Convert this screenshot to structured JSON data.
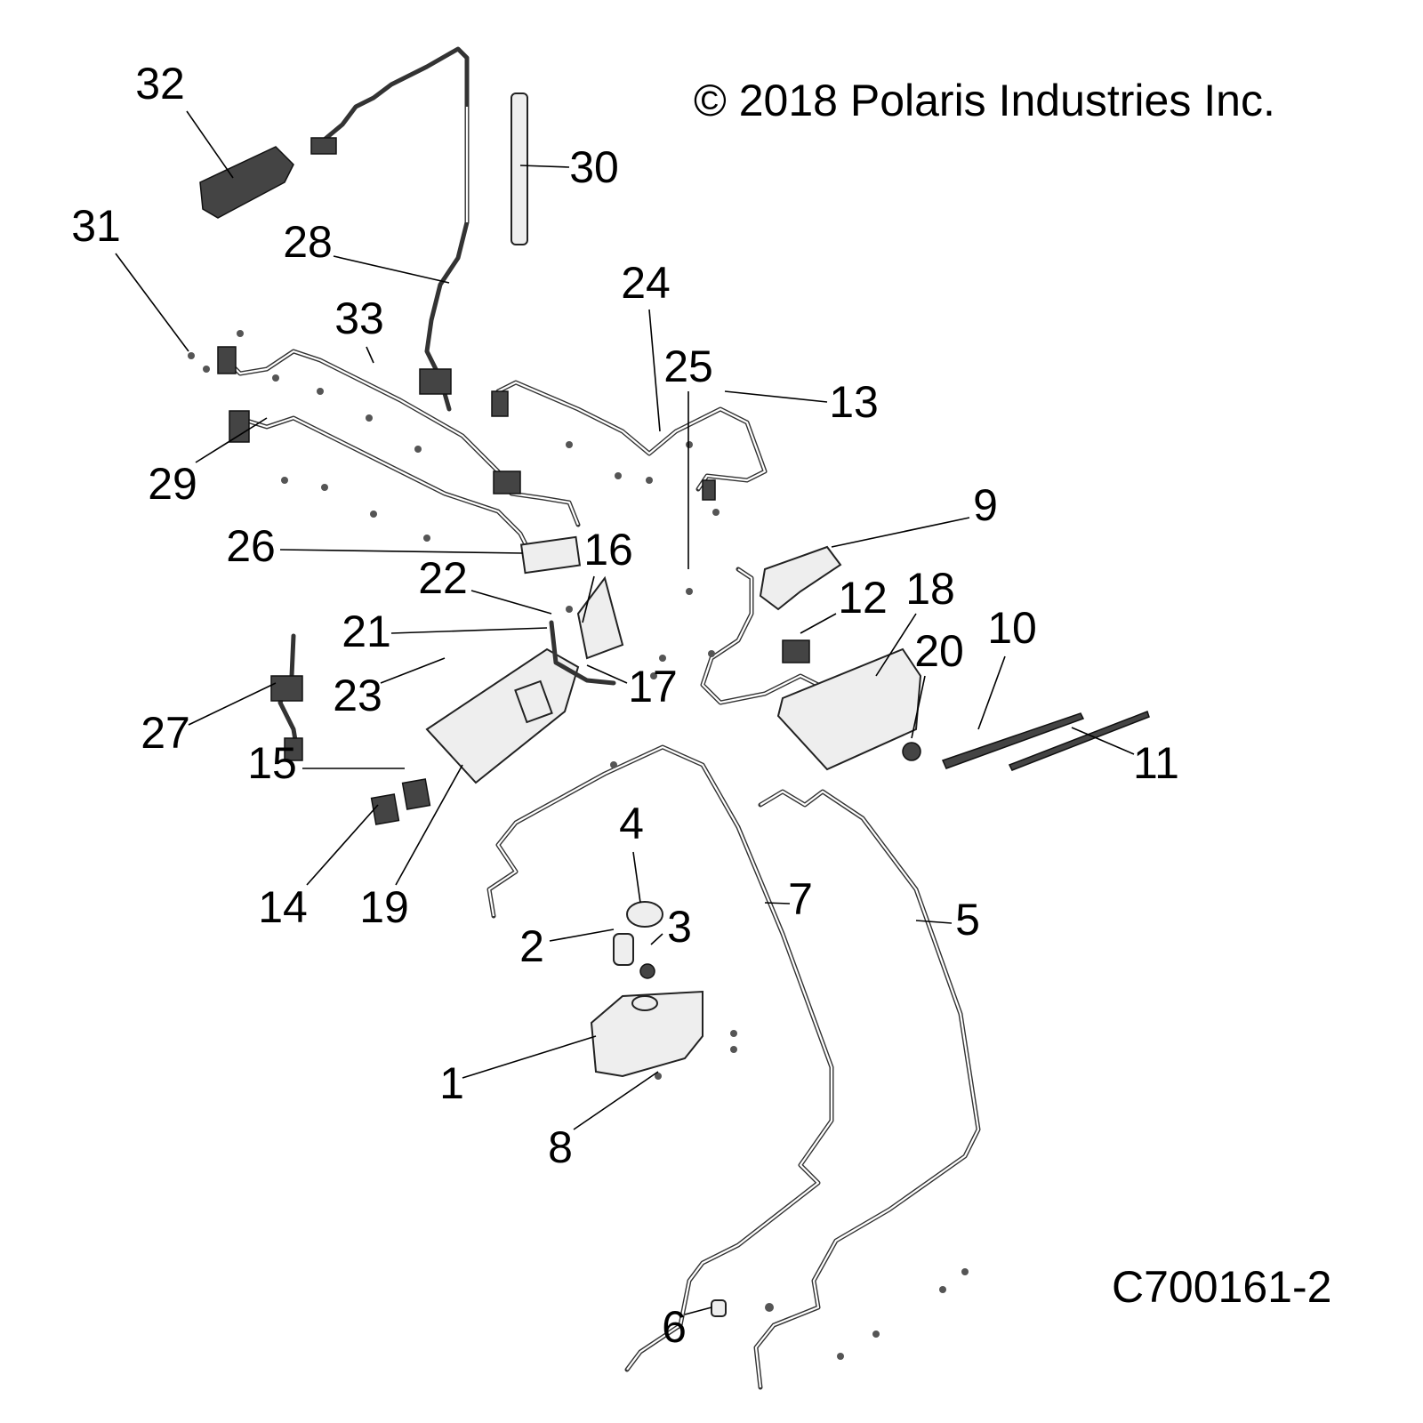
{
  "copyright": "© 2018 Polaris Industries Inc.",
  "diagram_id": "C700161-2",
  "callouts": [
    "1",
    "2",
    "3",
    "4",
    "5",
    "6",
    "7",
    "8",
    "9",
    "10",
    "11",
    "12",
    "13",
    "14",
    "15",
    "16",
    "17",
    "18",
    "19",
    "20",
    "21",
    "22",
    "23",
    "24",
    "25",
    "26",
    "27",
    "28",
    "29",
    "30",
    "31",
    "32",
    "33"
  ]
}
